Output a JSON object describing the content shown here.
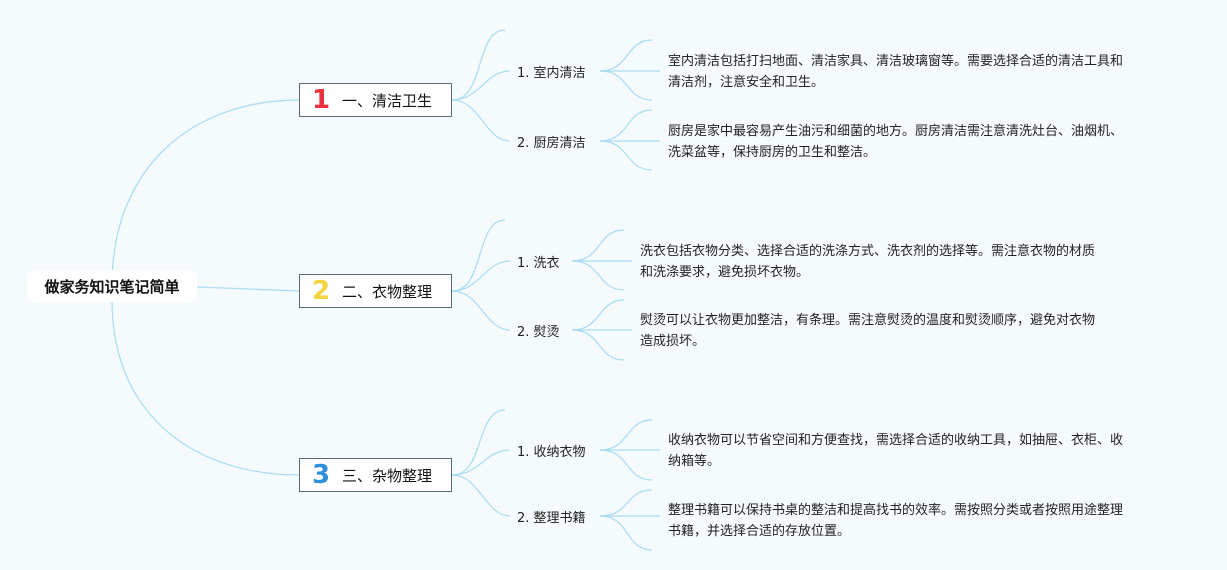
{
  "root": {
    "label": "做家务知识笔记简单"
  },
  "branches": [
    {
      "number": "1",
      "number_color": "#e8323f",
      "title": "一、清洁卫生",
      "items": [
        {
          "label": "1. 室内清洁",
          "desc_line1": "室内清洁包括打扫地面、清洁家具、清洁玻璃窗等。需要选择合适的清洁工具和",
          "desc_line2": "清洁剂，注意安全和卫生。"
        },
        {
          "label": "2. 厨房清洁",
          "desc_line1": "厨房是家中最容易产生油污和细菌的地方。厨房清洁需注意清洗灶台、油烟机、",
          "desc_line2": "洗菜盆等，保持厨房的卫生和整洁。"
        }
      ]
    },
    {
      "number": "2",
      "number_color": "#f3d33f",
      "title": "二、衣物整理",
      "items": [
        {
          "label": "1. 洗衣",
          "desc_line1": "洗衣包括衣物分类、选择合适的洗涤方式、洗衣剂的选择等。需注意衣物的材质",
          "desc_line2": "和洗涤要求，避免损坏衣物。"
        },
        {
          "label": "2. 熨烫",
          "desc_line1": "熨烫可以让衣物更加整洁，有条理。需注意熨烫的温度和熨烫顺序，避免对衣物",
          "desc_line2": "造成损坏。"
        }
      ]
    },
    {
      "number": "3",
      "number_color": "#2f8fd8",
      "title": "三、杂物整理",
      "items": [
        {
          "label": "1. 收纳衣物",
          "desc_line1": "收纳衣物可以节省空间和方便查找，需选择合适的收纳工具，如抽屉、衣柜、收",
          "desc_line2": "纳箱等。"
        },
        {
          "label": "2. 整理书籍",
          "desc_line1": "整理书籍可以保持书桌的整洁和提高找书的效率。需按照分类或者按照用途整理",
          "desc_line2": "书籍，并选择合适的存放位置。"
        }
      ]
    }
  ],
  "colors": {
    "link": "#a9dcf2",
    "background": "#f5fafd"
  }
}
